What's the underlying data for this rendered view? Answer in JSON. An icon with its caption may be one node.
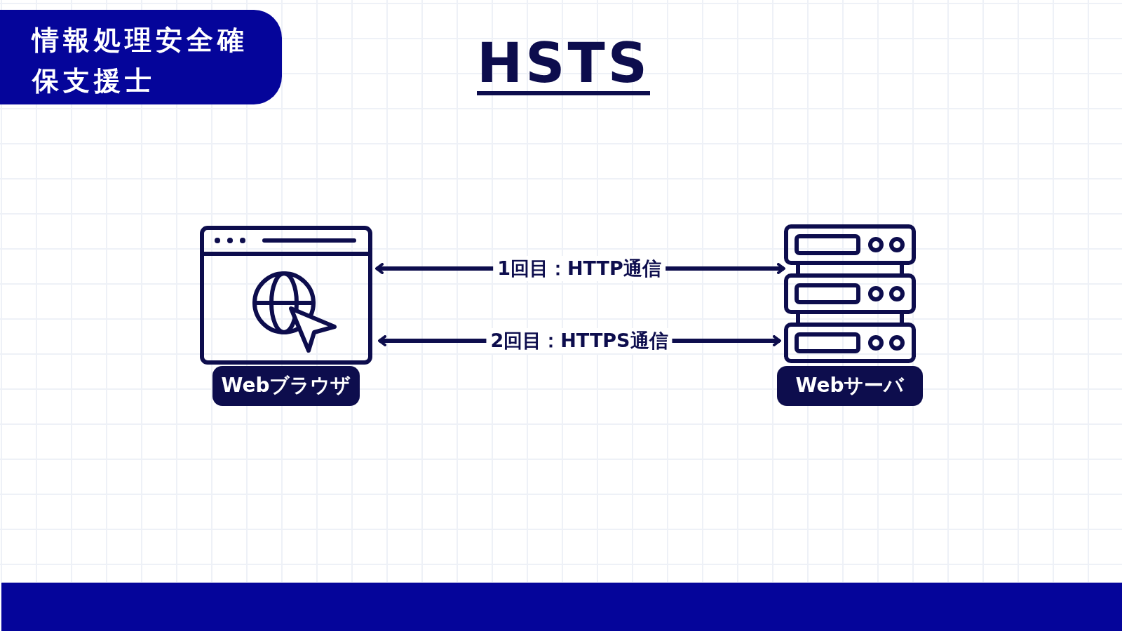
{
  "diagram": {
    "title": "HSTS",
    "nodes": [
      {
        "text": [
          "情報処理安全確保支援士"
        ]
      },
      {
        "text": [],
        "shape": "picture",
        "beside": [
          "Webブラウザ"
        ]
      },
      {
        "text": [],
        "shape": "picture",
        "beside": [
          "Webサーバ"
        ]
      }
    ],
    "edges": [
      {
        "from": 1,
        "to": 2,
        "arrow": "both",
        "label": "1回目：HTTP通信"
      },
      {
        "from": 1,
        "to": 2,
        "arrow": "both",
        "label": "2回目：HTTPS通信"
      }
    ]
  }
}
